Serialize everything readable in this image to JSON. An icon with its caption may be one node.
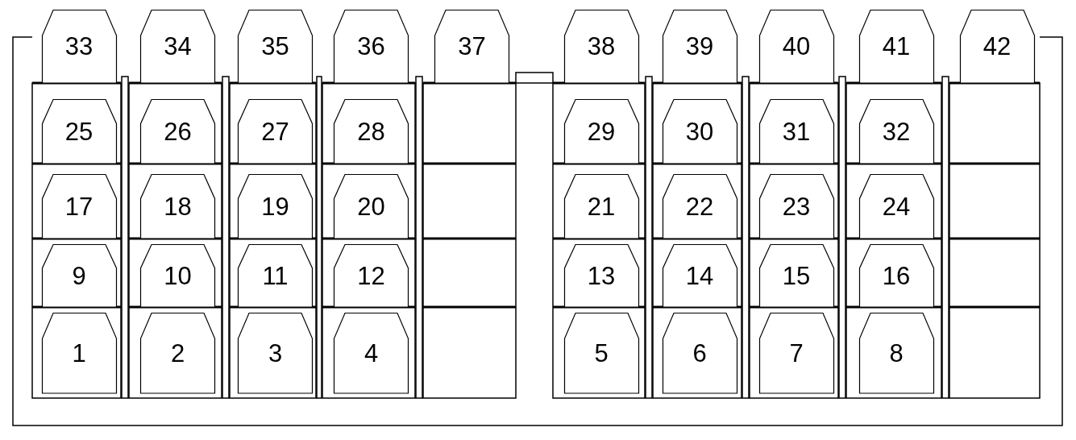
{
  "diagram": {
    "nodes": [
      {
        "text": [
          "33"
        ]
      },
      {
        "text": [
          "34"
        ]
      },
      {
        "text": [
          "35"
        ]
      },
      {
        "text": [
          "36"
        ]
      },
      {
        "text": [
          "37"
        ]
      },
      {
        "text": [
          "38"
        ]
      },
      {
        "text": [
          "39"
        ]
      },
      {
        "text": [
          "40"
        ]
      },
      {
        "text": [
          "41"
        ]
      },
      {
        "text": [
          "42"
        ]
      },
      {
        "text": [
          "25"
        ]
      },
      {
        "text": [
          "26"
        ]
      },
      {
        "text": [
          "27"
        ]
      },
      {
        "text": [
          "28"
        ]
      },
      {
        "text": [
          "29"
        ]
      },
      {
        "text": [
          "30"
        ]
      },
      {
        "text": [
          "31"
        ]
      },
      {
        "text": [
          "32"
        ]
      },
      {
        "text": [
          "17"
        ]
      },
      {
        "text": [
          "18"
        ]
      },
      {
        "text": [
          "19"
        ]
      },
      {
        "text": [
          "20"
        ]
      },
      {
        "text": [
          "21"
        ]
      },
      {
        "text": [
          "22"
        ]
      },
      {
        "text": [
          "23"
        ]
      },
      {
        "text": [
          "24"
        ]
      },
      {
        "text": [
          "9"
        ]
      },
      {
        "text": [
          "10"
        ]
      },
      {
        "text": [
          "11"
        ]
      },
      {
        "text": [
          "12"
        ]
      },
      {
        "text": [
          "13"
        ]
      },
      {
        "text": [
          "14"
        ]
      },
      {
        "text": [
          "15"
        ]
      },
      {
        "text": [
          "16"
        ]
      },
      {
        "text": [
          "1"
        ]
      },
      {
        "text": [
          "2"
        ]
      },
      {
        "text": [
          "3"
        ]
      },
      {
        "text": [
          "4"
        ]
      },
      {
        "text": [
          "5"
        ]
      },
      {
        "text": [
          "6"
        ]
      },
      {
        "text": [
          "7"
        ]
      },
      {
        "text": [
          "8"
        ]
      }
    ]
  }
}
